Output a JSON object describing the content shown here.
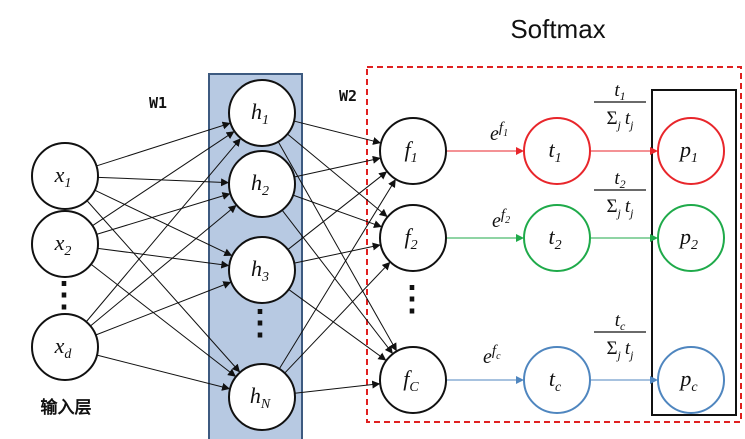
{
  "diagram": {
    "title": "Softmax",
    "weight_labels": {
      "w1": "W1",
      "w2": "W2"
    },
    "input_layer_label": "输入层",
    "input_nodes": [
      {
        "var": "x",
        "sub": "1"
      },
      {
        "var": "x",
        "sub": "2"
      },
      {
        "var": "x",
        "sub": "d"
      }
    ],
    "hidden_nodes": [
      {
        "var": "h",
        "sub": "1"
      },
      {
        "var": "h",
        "sub": "2"
      },
      {
        "var": "h",
        "sub": "3"
      },
      {
        "var": "h",
        "sub": "N"
      }
    ],
    "logit_nodes": [
      {
        "var": "f",
        "sub": "1"
      },
      {
        "var": "f",
        "sub": "2"
      },
      {
        "var": "f",
        "sub": "C"
      }
    ],
    "exp_nodes": [
      {
        "var": "t",
        "sub": "1"
      },
      {
        "var": "t",
        "sub": "2"
      },
      {
        "var": "t",
        "sub": "c"
      }
    ],
    "prob_nodes": [
      {
        "var": "p",
        "sub": "1"
      },
      {
        "var": "p",
        "sub": "2"
      },
      {
        "var": "p",
        "sub": "c"
      }
    ],
    "exp_edge_labels": [
      {
        "base": "e",
        "var": "f",
        "sub": "1"
      },
      {
        "base": "e",
        "var": "f",
        "sub": "2"
      },
      {
        "base": "e",
        "var": "f",
        "sub": "c"
      }
    ],
    "norm_labels": [
      {
        "num_var": "t",
        "num_sub": "1",
        "den_sum": "Σ",
        "den_idx": "j",
        "den_var": "t",
        "den_sub": "j"
      },
      {
        "num_var": "t",
        "num_sub": "2",
        "den_sum": "Σ",
        "den_idx": "j",
        "den_var": "t",
        "den_sub": "j"
      },
      {
        "num_var": "t",
        "num_sub": "c",
        "den_sum": "Σ",
        "den_idx": "j",
        "den_var": "t",
        "den_sub": "j"
      }
    ],
    "ellipsis": "⋮",
    "colors": {
      "row1": "#e8262b",
      "row2": "#1faa4a",
      "row3": "#4f86bf",
      "hidden_band": "#b7c9e2",
      "hidden_band_border": "#3d5a80",
      "softmax_box": "#e02020"
    }
  }
}
